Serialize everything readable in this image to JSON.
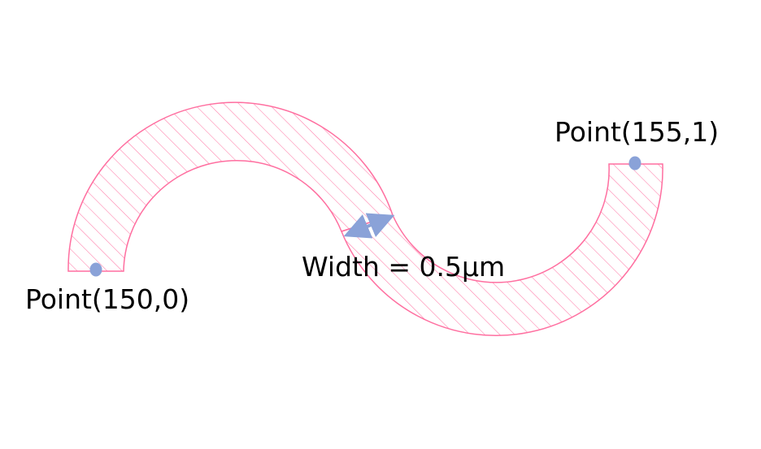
{
  "diagram": {
    "start_point_label": "Point(150,0)",
    "end_point_label": "Point(155,1)",
    "width_label": "Width = 0.5μm"
  },
  "colors": {
    "shape_stroke": "#ff6fa0",
    "shape_hatch": "#ff7ba8",
    "point_marker": "#8aa2d8",
    "arrow": "#8aa2d8",
    "text": "#000000",
    "background": "#ffffff"
  },
  "icons": {
    "start_point": "dot-icon",
    "end_point": "dot-icon",
    "width_indicator": "double-arrow-icon"
  }
}
